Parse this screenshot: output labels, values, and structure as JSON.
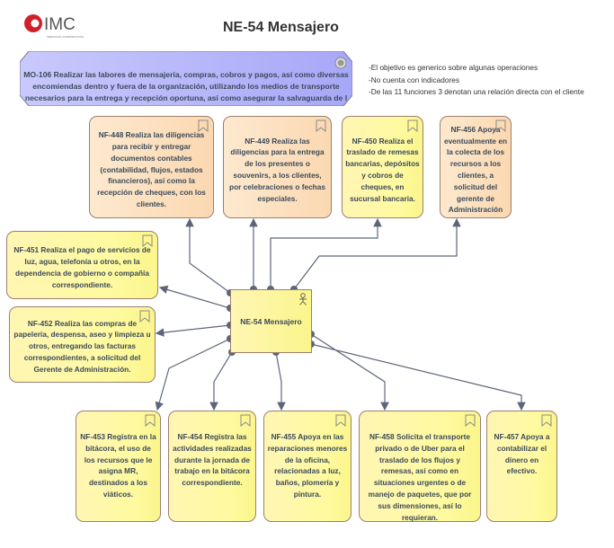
{
  "logo": {
    "brand": "IMC",
    "tagline": "SERVICIOS CORPORATIVOS",
    "color": "#d0202a"
  },
  "title": "NE-54 Mensajero",
  "goal": {
    "text": "MO-106 Realizar las labores de mensajería, compras, cobros y pagos, así como diversas encomiendas dentro y fuera de la organización, utilizando los medios de transporte necesarios para la entrega y recepción oportuna, así como asegurar la salvaguarda de l",
    "icon": "target-icon",
    "color": "#b3b3fb"
  },
  "notes": [
    "-El objetivo es generico sobre algunas operaciones",
    "-No cuenta con indicadores",
    "-De las 11 funciones 3 denotan una relación directa con el cliente"
  ],
  "central": {
    "label": "NE-54 Mensajero",
    "icon": "actor-icon"
  },
  "functions": {
    "nf448": "NF-448 Realiza las diligencias para recibir y entregar documentos contables (contabilidad, flujos, estados financieros), así como la recepción de cheques, con los clientes.",
    "nf449": "NF-449 Realiza las diligencias para la entrega de los presentes o souvenirs, a los clientes, por celebraciones o fechas especiales.",
    "nf450": "NF-450 Realiza el traslado de remesas bancarias, depósitos y cobros de cheques, en sucursal bancaria.",
    "nf456": "NF-456 Apoya eventualmente en la colecta de los recursos a los clientes, a solicitud del gerente de Administración",
    "nf451": "NF-451 Realiza el pago de servicios de luz, agua, telefonía u otros, en la dependencia de gobierno o compañía correspondiente.",
    "nf452": "NF-452 Realiza las compras de papelería, despensa, aseo y limpieza u otros, entregando las facturas correspondientes, a solicitud del Gerente de Administración.",
    "nf453": "NF-453 Registra en la bitácora, el uso de los recursos que le asigna MR, destinados a los viáticos.",
    "nf454": "NF-454 Registra las actividades realizadas durante la jornada de trabajo en la bitácora correspondiente.",
    "nf455": "NF-455 Apoya en las reparaciones menores de la oficina, relacionadas a luz, baños, plomería y pintura.",
    "nf458": "NF-458 Solicita el transporte privado o de Uber para el traslado de los flujos y remesas, así como en situaciones urgentes o de manejo de paquetes, que por sus dimensiones, así lo requieran.",
    "nf457": "NF-457 Apoya a contabilizar el dinero en efectivo."
  },
  "colors": {
    "client_related": "#fbd8b1",
    "other": "#fffaa0",
    "connector": "#5d6678"
  }
}
